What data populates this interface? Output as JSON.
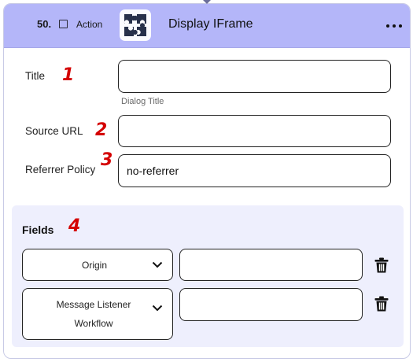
{
  "header": {
    "step_number": "50.",
    "step_type": "Action",
    "title": "Display IFrame",
    "app_icon": "puzzle-icon",
    "menu_icon": "more-horizontal-icon",
    "color": "#b4b6f9"
  },
  "markers": [
    "1",
    "2",
    "3",
    "4"
  ],
  "form": {
    "title_label": "Title",
    "title_value": "",
    "title_hint": "Dialog Title",
    "source_url_label": "Source URL",
    "source_url_value": "",
    "referrer_label": "Referrer Policy",
    "referrer_value": "no-referrer"
  },
  "fields": {
    "label": "Fields",
    "rows": [
      {
        "key": "Origin",
        "value": ""
      },
      {
        "key": "Message Listener Workflow",
        "value": ""
      }
    ]
  },
  "colors": {
    "marker": "#d40000",
    "panel": "#eeeffd",
    "icon_dark": "#27304a"
  }
}
